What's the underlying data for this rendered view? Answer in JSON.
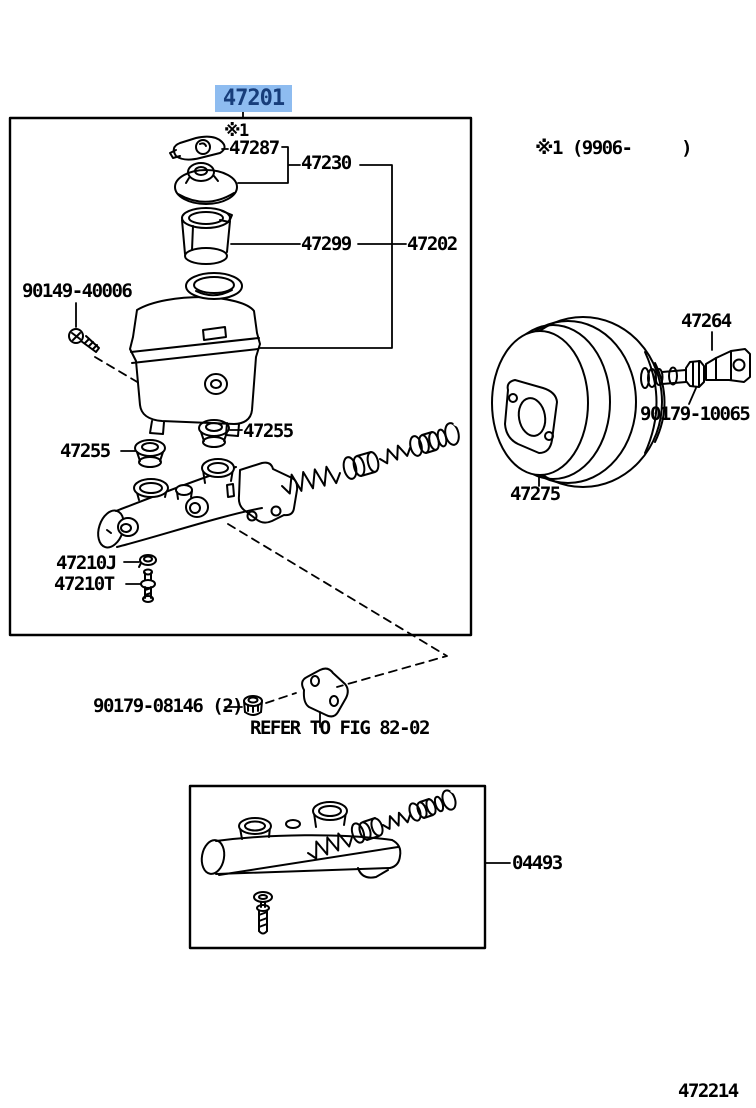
{
  "figure": {
    "code": "472214",
    "effectivity_note": "※1 (9906-     )",
    "star_note": "※1",
    "refer_note": "REFER TO FIG 82-02"
  },
  "colors": {
    "highlight_bg": "#8ebcf0",
    "highlight_fg": "#173d7a",
    "line": "#000000",
    "background": "#ffffff"
  },
  "parts": {
    "master_cylinder_assy": "47201",
    "cap_gasket": "47287",
    "reservoir_cap": "47230",
    "reservoir_filter": "47299",
    "reservoir_assy": "47202",
    "reservoir_screw": "90149-40006",
    "grommet_right": "47255",
    "grommet_left": "47255",
    "washer_j": "47210J",
    "bolt_t": "47210T",
    "booster_clevis": "47264",
    "clevis_nut": "90179-10065",
    "booster_gasket": "47275",
    "bracket_bolt": "90179-08146 (2)",
    "repair_kit": "04493"
  }
}
